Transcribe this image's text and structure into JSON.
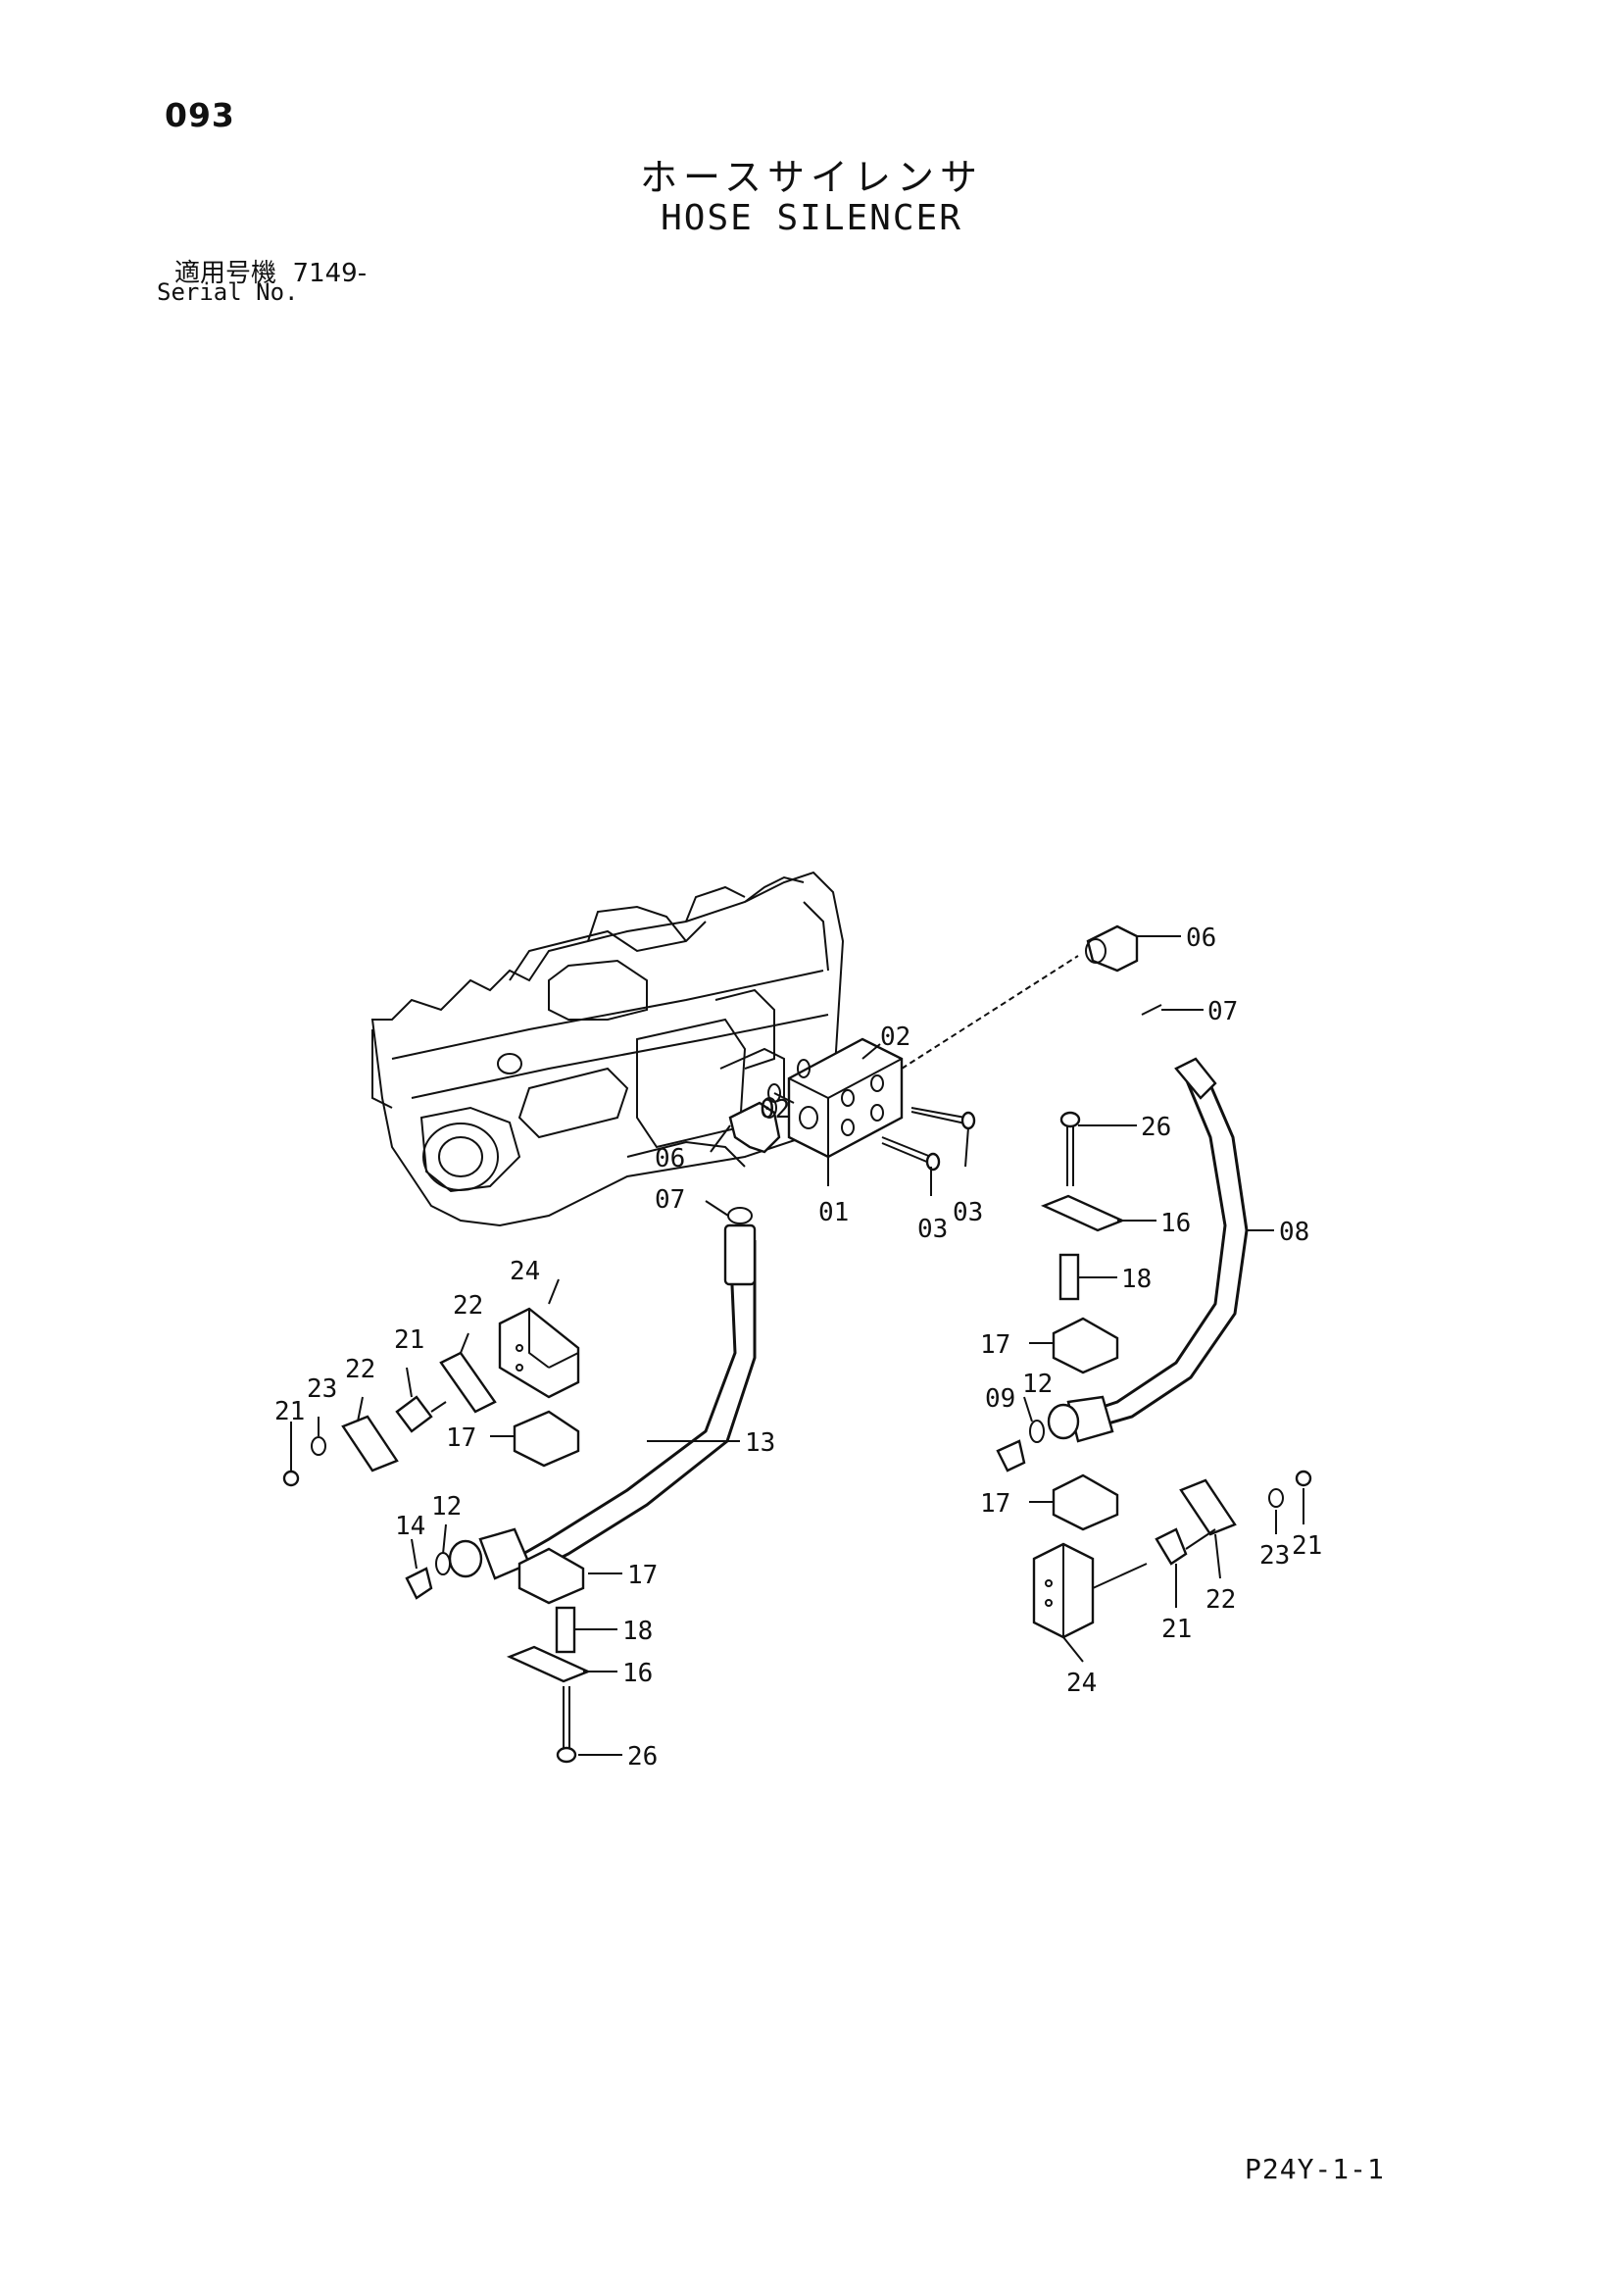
{
  "header": {
    "page_number": "093",
    "title_jp": "ホースサイレンサ",
    "title_en": "HOSE SILENCER",
    "serial_label_jp": "適用号機",
    "serial_value": "7149-",
    "serial_label_en": "Serial No."
  },
  "footer": {
    "page_code": "P24Y-1-1"
  },
  "callouts": [
    "06",
    "07",
    "02",
    "02",
    "06",
    "07",
    "01",
    "03",
    "03",
    "26",
    "16",
    "08",
    "18",
    "17",
    "09",
    "12",
    "17",
    "24",
    "22",
    "21",
    "22",
    "23",
    "21",
    "17",
    "13",
    "14",
    "12",
    "17",
    "18",
    "16",
    "26",
    "23",
    "21",
    "22",
    "21",
    "24"
  ]
}
